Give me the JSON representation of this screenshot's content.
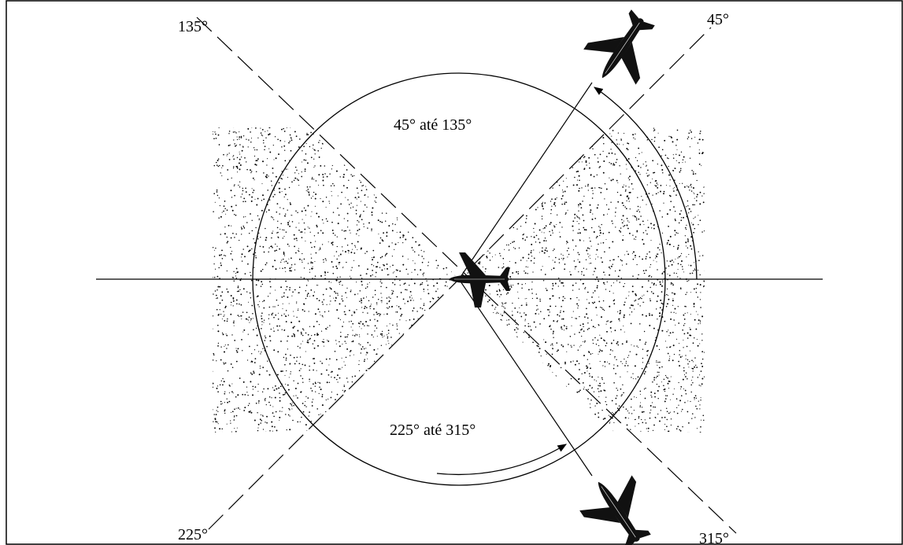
{
  "diagram": {
    "angle_labels": {
      "deg_45": "45°",
      "deg_135": "135°",
      "deg_225": "225°",
      "deg_315": "315°"
    },
    "sector_labels": {
      "upper": "45° até 135°",
      "lower": "225° até 315°"
    },
    "colors": {
      "line": "#000000",
      "stipple": "#000000",
      "background": "#ffffff"
    }
  }
}
